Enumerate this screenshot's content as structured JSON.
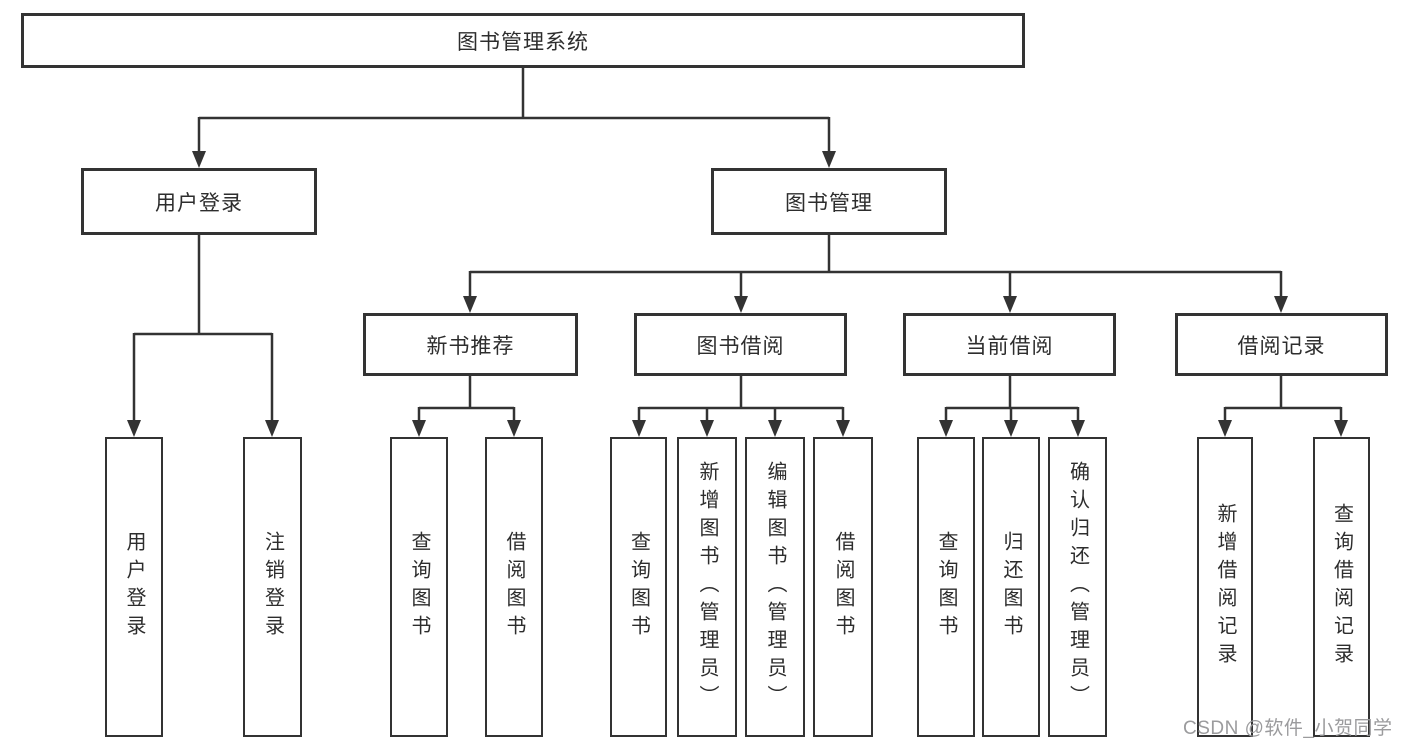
{
  "colors": {
    "line": "#333333",
    "box_border": "#333333",
    "text": "#2d2d2d",
    "background": "#ffffff",
    "watermark": "#969698"
  },
  "watermark": "CSDN @软件_小贺同学",
  "tree": {
    "label": "图书管理系统",
    "children": [
      {
        "label": "用户登录",
        "children": [
          {
            "label": "用户登录"
          },
          {
            "label": "注销登录"
          }
        ]
      },
      {
        "label": "图书管理",
        "children": [
          {
            "label": "新书推荐",
            "children": [
              {
                "label": "查询图书"
              },
              {
                "label": "借阅图书"
              }
            ]
          },
          {
            "label": "图书借阅",
            "children": [
              {
                "label": "查询图书"
              },
              {
                "label": "新增图书（管理员）"
              },
              {
                "label": "编辑图书（管理员）"
              },
              {
                "label": "借阅图书"
              }
            ]
          },
          {
            "label": "当前借阅",
            "children": [
              {
                "label": "查询图书"
              },
              {
                "label": "归还图书"
              },
              {
                "label": "确认归还（管理员）"
              }
            ]
          },
          {
            "label": "借阅记录",
            "children": [
              {
                "label": "新增借阅记录"
              },
              {
                "label": "查询借阅记录"
              }
            ]
          }
        ]
      }
    ]
  }
}
